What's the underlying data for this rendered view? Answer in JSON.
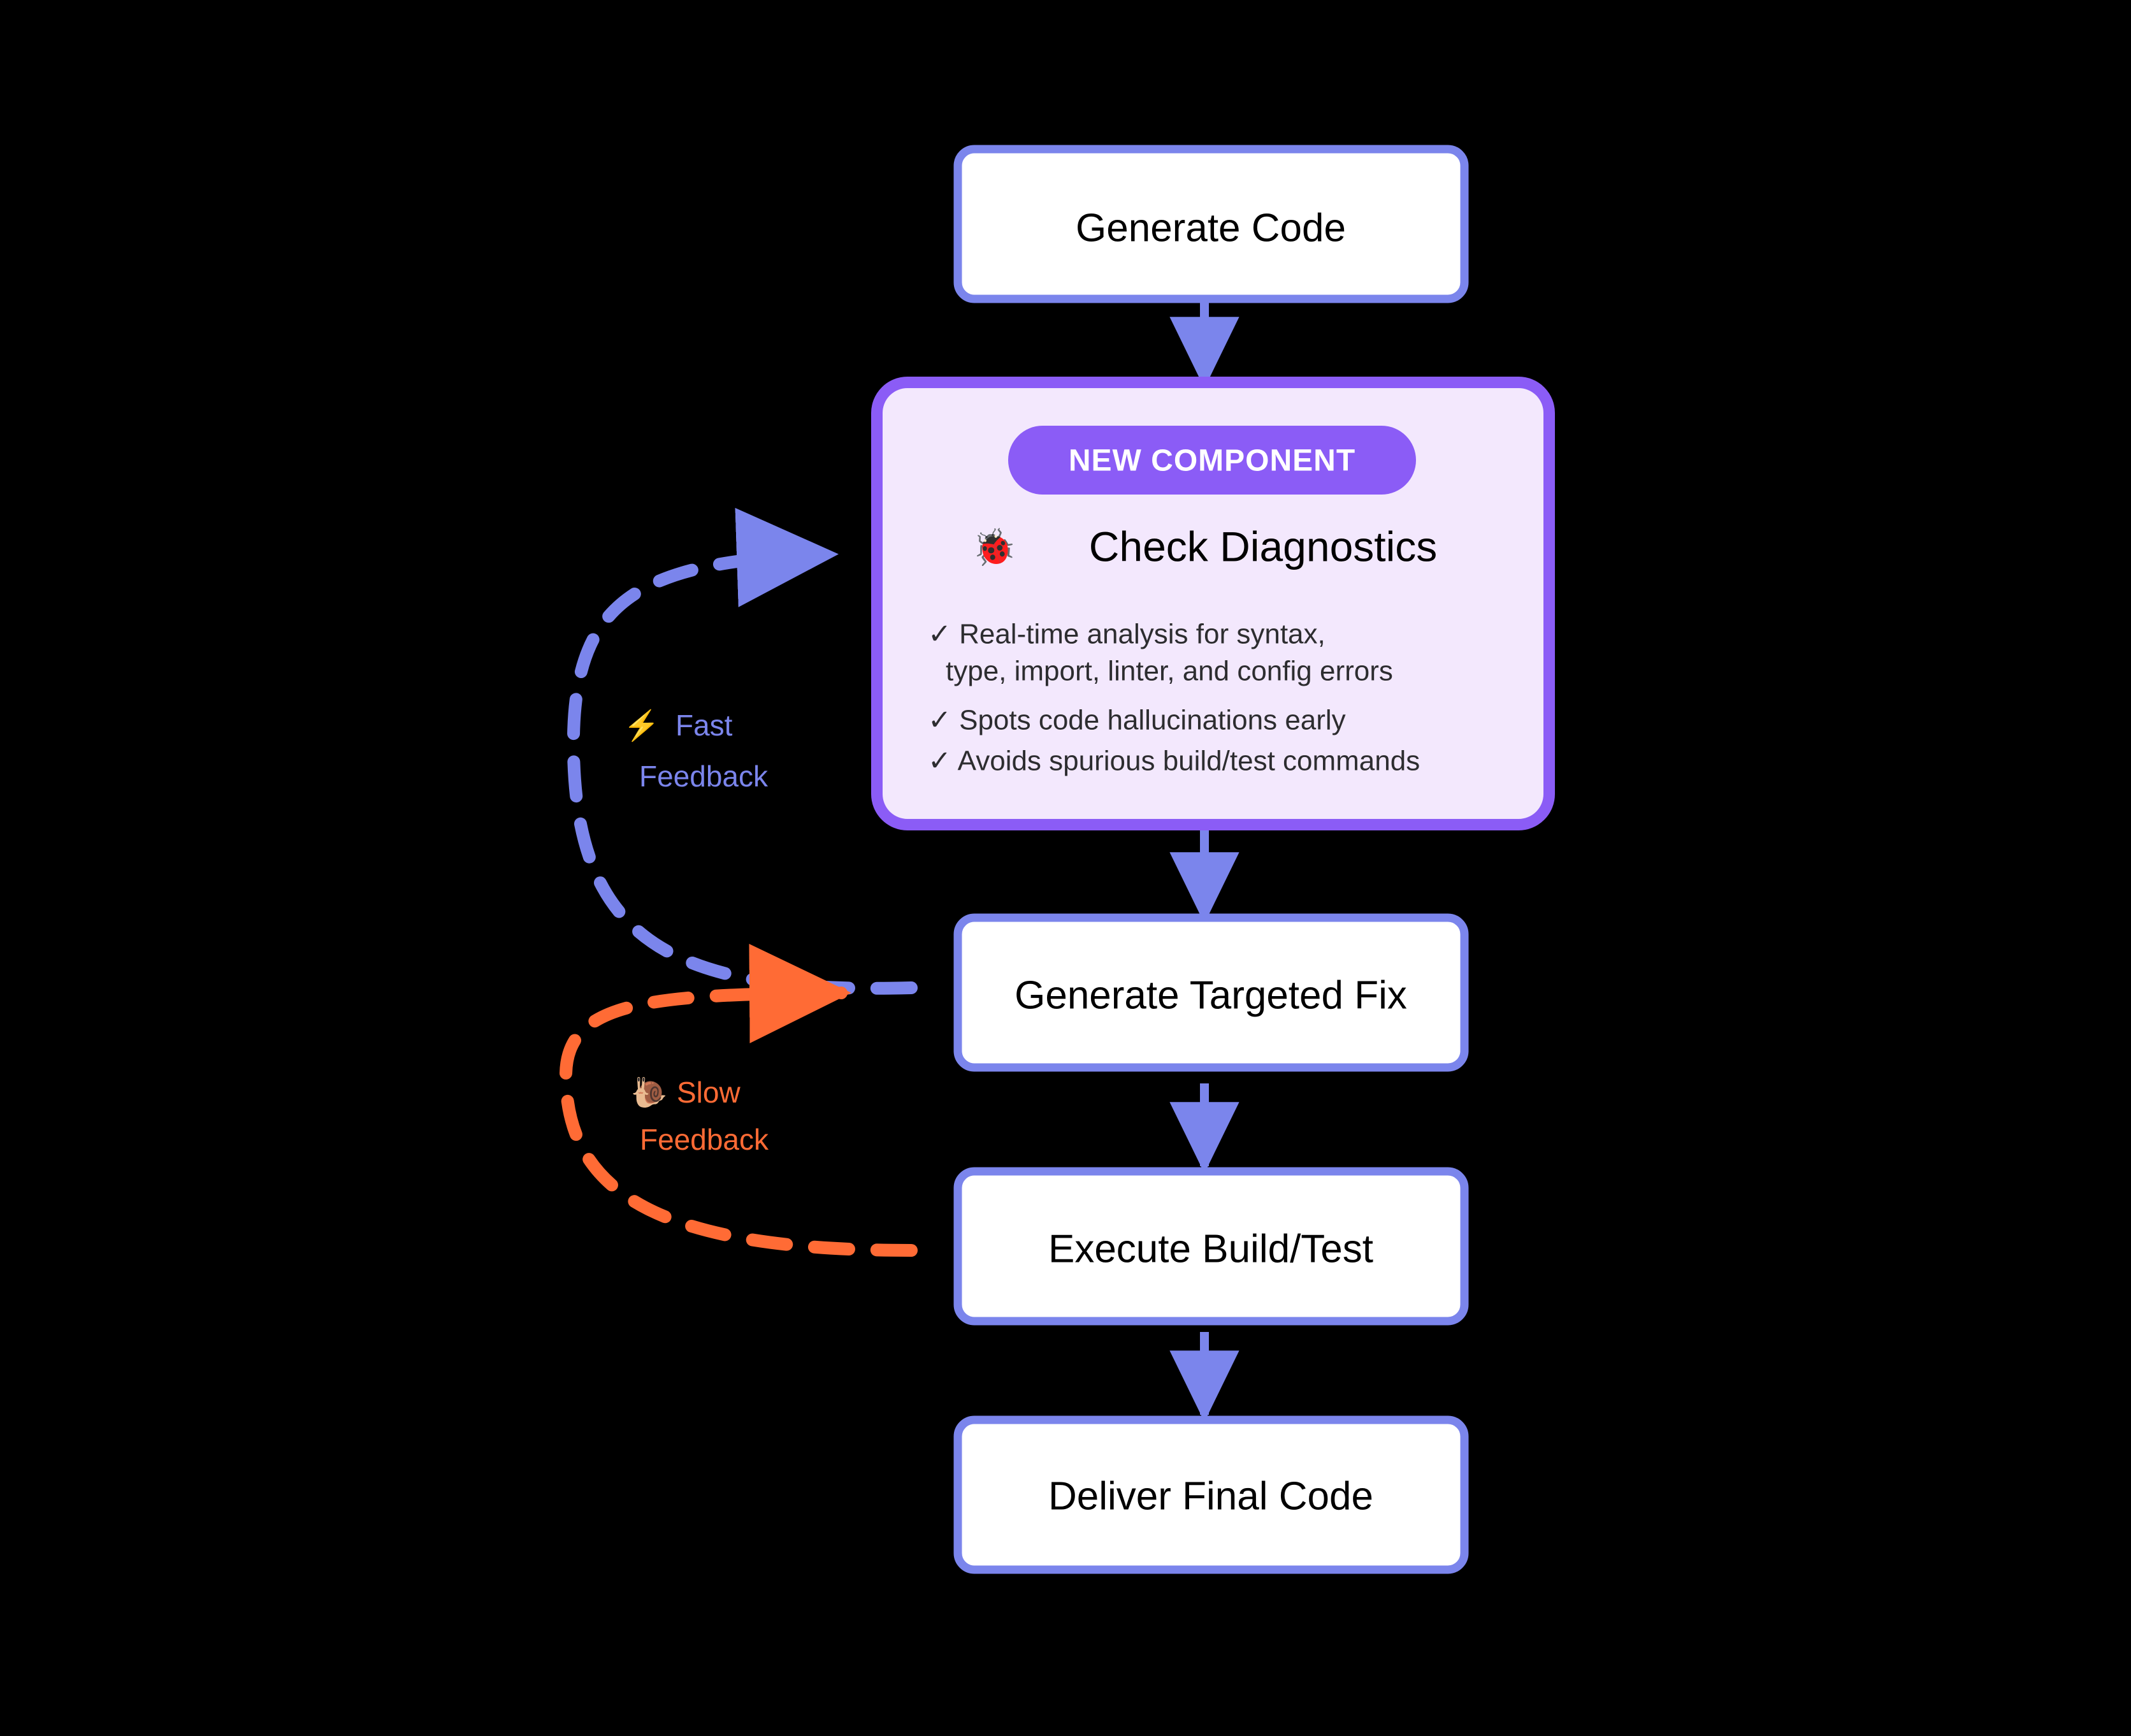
{
  "diagram": {
    "background": "#000000",
    "node_border": "#7b85ec",
    "node_fill": "#ffffff",
    "highlight_border": "#8b5cf6",
    "highlight_fill": "#f3e8fd",
    "badge_fill": "#8b5cf6",
    "fast_color": "#7b85ec",
    "slow_color": "#ff6b35",
    "text_color": "#000000",
    "bullet_color": "#2d2d30"
  },
  "nodes": {
    "generate_code": {
      "label": "Generate Code"
    },
    "check_diagnostics": {
      "badge": "NEW COMPONENT",
      "emoji": "🐞",
      "emoji_name": "ladybug-icon",
      "title": "Check Diagnostics",
      "bullets": [
        {
          "mark": "✓",
          "lines": [
            "Real-time analysis for syntax,",
            "type, import, linter, and config errors"
          ]
        },
        {
          "mark": "✓",
          "lines": [
            "Spots code hallucinations early"
          ]
        },
        {
          "mark": "✓",
          "lines": [
            "Avoids spurious build/test commands"
          ]
        }
      ]
    },
    "generate_fix": {
      "label": "Generate Targeted Fix"
    },
    "execute_build": {
      "label": "Execute Build/Test"
    },
    "deliver_code": {
      "label": "Deliver Final Code"
    }
  },
  "edges": {
    "fast": {
      "emoji": "⚡",
      "emoji_name": "lightning-bolt-icon",
      "line1": "Fast",
      "line2": "Feedback",
      "color": "#7b85ec",
      "style": "dashed",
      "from": "Generate Targeted Fix",
      "to": "Check Diagnostics"
    },
    "slow": {
      "emoji": "🐌",
      "emoji_name": "snail-icon",
      "line1": "Slow",
      "line2": "Feedback",
      "color": "#ff6b35",
      "style": "dashed",
      "from": "Execute Build/Test",
      "to": "Generate Targeted Fix"
    },
    "flow_sequence": [
      "Generate Code",
      "Check Diagnostics",
      "Generate Targeted Fix",
      "Execute Build/Test",
      "Deliver Final Code"
    ]
  }
}
